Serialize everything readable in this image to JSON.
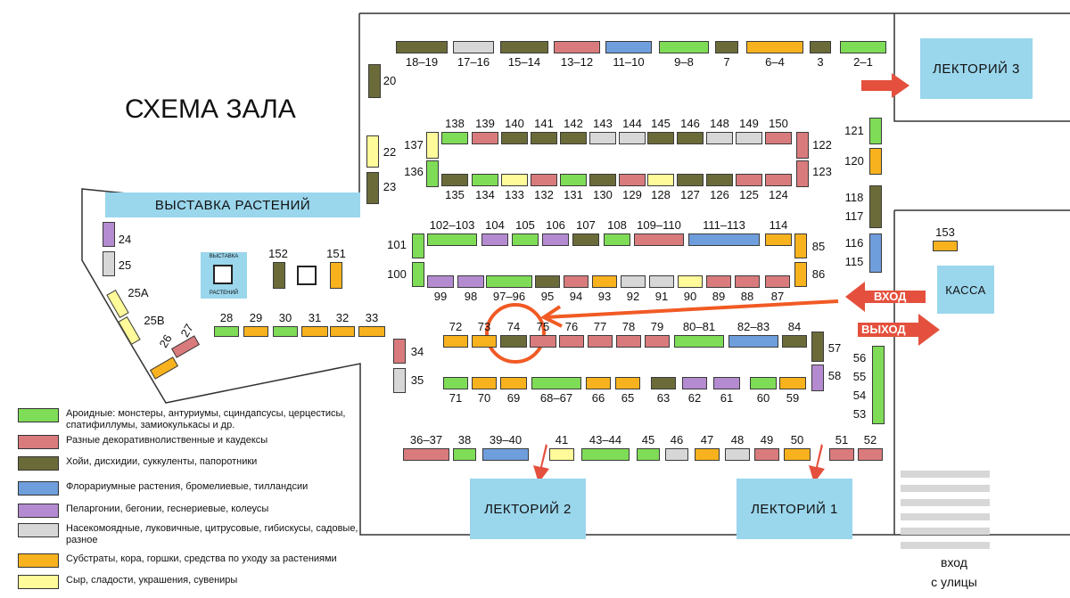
{
  "title": "СХЕМА ЗАЛА",
  "colors": {
    "green": "#7fdc57",
    "pink": "#d97b7d",
    "olive": "#6b6b3a",
    "blue": "#6f9edc",
    "purple": "#b48bd0",
    "gray": "#d7d7d7",
    "orange": "#f7b21e",
    "yellow": "#fffa9a",
    "rooms": "#9ad6ec",
    "arrow": "#e4503d"
  },
  "areas": {
    "exhibition_plants": "ВЫСТАВКА РАСТЕНИЙ",
    "lectorium3": "ЛЕКТОРИЙ 3",
    "lectorium2": "ЛЕКТОРИЙ 2",
    "lectorium1": "ЛЕКТОРИЙ 1",
    "kassa": "КАССА",
    "mini_exhibit_top": "ВЫСТАВКА",
    "mini_exhibit_bottom": "РАСТЕНИЙ"
  },
  "signs": {
    "entrance": "ВХОД",
    "exit": "ВЫХОД",
    "street_line1": "вход",
    "street_line2": "с улицы"
  },
  "legend": [
    {
      "color": "#7fdc57",
      "text": "Ароидные: монстеры, антуриумы, сциндапсусы, церцестисы, спатифиллумы, замиокулькасы и др."
    },
    {
      "color": "#d97b7d",
      "text": "Разные декоративнолиственные и каудексы"
    },
    {
      "color": "#6b6b3a",
      "text": "Хойи, дисхидии, суккуленты, папоротники"
    },
    {
      "color": "#6f9edc",
      "text": "Флорариумные растения, бромелиевые, тилландсии"
    },
    {
      "color": "#b48bd0",
      "text": "Пеларгонии, бегонии, геснериевые, колеусы"
    },
    {
      "color": "#d7d7d7",
      "text": "Насекомоядные, луковичные, цитрусовые, гибискусы, садовые, разное"
    },
    {
      "color": "#f7b21e",
      "text": "Субстраты, кора, горшки, средства по уходу за растениями"
    },
    {
      "color": "#fffa9a",
      "text": "Сыр, сладости, украшения, сувениры"
    }
  ],
  "stalls": {
    "row_top": [
      {
        "label": "18–19",
        "color": "olive"
      },
      {
        "label": "17–16",
        "color": "gray"
      },
      {
        "label": "15–14",
        "color": "olive"
      },
      {
        "label": "13–12",
        "color": "pink"
      },
      {
        "label": "11–10",
        "color": "blue"
      },
      {
        "label": "9–8",
        "color": "green"
      },
      {
        "label": "7",
        "color": "olive"
      },
      {
        "label": "6–4",
        "color": "orange"
      },
      {
        "label": "3",
        "color": "olive"
      },
      {
        "label": "2–1",
        "color": "green"
      }
    ],
    "row_a_top": [
      {
        "label": "138",
        "color": "green"
      },
      {
        "label": "139",
        "color": "pink"
      },
      {
        "label": "140",
        "color": "olive"
      },
      {
        "label": "141",
        "color": "olive"
      },
      {
        "label": "142",
        "color": "olive"
      },
      {
        "label": "143",
        "color": "gray"
      },
      {
        "label": "144",
        "color": "gray"
      },
      {
        "label": "145",
        "color": "olive"
      },
      {
        "label": "146",
        "color": "olive"
      },
      {
        "label": "148",
        "color": "gray"
      },
      {
        "label": "149",
        "color": "gray"
      },
      {
        "label": "150",
        "color": "pink"
      }
    ],
    "row_a_bottom": [
      {
        "label": "135",
        "color": "olive"
      },
      {
        "label": "134",
        "color": "green"
      },
      {
        "label": "133",
        "color": "yellow"
      },
      {
        "label": "132",
        "color": "pink"
      },
      {
        "label": "131",
        "color": "green"
      },
      {
        "label": "130",
        "color": "olive"
      },
      {
        "label": "129",
        "color": "pink"
      },
      {
        "label": "128",
        "color": "yellow"
      },
      {
        "label": "127",
        "color": "olive"
      },
      {
        "label": "126",
        "color": "olive"
      },
      {
        "label": "125",
        "color": "pink"
      },
      {
        "label": "124",
        "color": "pink"
      }
    ],
    "row_b_top": [
      {
        "label": "102–103",
        "color": "green"
      },
      {
        "label": "104",
        "color": "purple"
      },
      {
        "label": "105",
        "color": "green"
      },
      {
        "label": "106",
        "color": "purple"
      },
      {
        "label": "107",
        "color": "olive"
      },
      {
        "label": "108",
        "color": "green"
      },
      {
        "label": "109–110",
        "color": "pink"
      },
      {
        "label": "111–113",
        "color": "blue"
      },
      {
        "label": "114",
        "color": "orange"
      }
    ],
    "row_b_bottom": [
      {
        "label": "99",
        "color": "purple"
      },
      {
        "label": "98",
        "color": "purple"
      },
      {
        "label": "97–96",
        "color": "green"
      },
      {
        "label": "95",
        "color": "olive"
      },
      {
        "label": "94",
        "color": "pink"
      },
      {
        "label": "93",
        "color": "orange"
      },
      {
        "label": "92",
        "color": "gray"
      },
      {
        "label": "91",
        "color": "gray"
      },
      {
        "label": "90",
        "color": "yellow"
      },
      {
        "label": "89",
        "color": "pink"
      },
      {
        "label": "88",
        "color": "pink"
      },
      {
        "label": "87",
        "color": "pink"
      }
    ],
    "row_c_top": [
      {
        "label": "72",
        "color": "orange"
      },
      {
        "label": "73",
        "color": "orange"
      },
      {
        "label": "74",
        "color": "olive"
      },
      {
        "label": "75",
        "color": "pink"
      },
      {
        "label": "76",
        "color": "pink"
      },
      {
        "label": "77",
        "color": "pink"
      },
      {
        "label": "78",
        "color": "pink"
      },
      {
        "label": "79",
        "color": "pink"
      },
      {
        "label": "80–81",
        "color": "green"
      },
      {
        "label": "82–83",
        "color": "blue"
      },
      {
        "label": "84",
        "color": "olive"
      }
    ],
    "row_c_bottom": [
      {
        "label": "71",
        "color": "green"
      },
      {
        "label": "70",
        "color": "orange"
      },
      {
        "label": "69",
        "color": "orange"
      },
      {
        "label": "68–67",
        "color": "green"
      },
      {
        "label": "66",
        "color": "orange"
      },
      {
        "label": "65",
        "color": "orange"
      },
      {
        "label": "63",
        "color": "olive"
      },
      {
        "label": "62",
        "color": "purple"
      },
      {
        "label": "61",
        "color": "purple"
      },
      {
        "label": "60",
        "color": "green"
      },
      {
        "label": "59",
        "color": "orange"
      }
    ],
    "row_bottom": [
      {
        "label": "36–37",
        "color": "pink"
      },
      {
        "label": "38",
        "color": "green"
      },
      {
        "label": "39–40",
        "color": "blue"
      },
      {
        "label": "41",
        "color": "yellow"
      },
      {
        "label": "43–44",
        "color": "green"
      },
      {
        "label": "45",
        "color": "green"
      },
      {
        "label": "46",
        "color": "gray"
      },
      {
        "label": "47",
        "color": "orange"
      },
      {
        "label": "48",
        "color": "gray"
      },
      {
        "label": "49",
        "color": "pink"
      },
      {
        "label": "50",
        "color": "orange"
      },
      {
        "label": "51",
        "color": "pink"
      },
      {
        "label": "52",
        "color": "pink"
      }
    ],
    "row_left": [
      {
        "label": "28",
        "color": "green"
      },
      {
        "label": "29",
        "color": "orange"
      },
      {
        "label": "30",
        "color": "green"
      },
      {
        "label": "31",
        "color": "orange"
      },
      {
        "label": "32",
        "color": "orange"
      },
      {
        "label": "33",
        "color": "orange"
      }
    ],
    "singles": [
      {
        "label": "20",
        "color": "olive"
      },
      {
        "label": "22",
        "color": "yellow"
      },
      {
        "label": "23",
        "color": "olive"
      },
      {
        "label": "137",
        "color": "yellow"
      },
      {
        "label": "136",
        "color": "green"
      },
      {
        "label": "122",
        "color": "pink"
      },
      {
        "label": "123",
        "color": "pink"
      },
      {
        "label": "121",
        "color": "green"
      },
      {
        "label": "120",
        "color": "orange"
      },
      {
        "label": "118",
        "color": "olive"
      },
      {
        "label": "117",
        "color": ""
      },
      {
        "label": "116",
        "color": "blue"
      },
      {
        "label": "115",
        "color": ""
      },
      {
        "label": "101",
        "color": "green"
      },
      {
        "label": "100",
        "color": "green"
      },
      {
        "label": "85",
        "color": "orange"
      },
      {
        "label": "86",
        "color": "orange"
      },
      {
        "label": "24",
        "color": "purple"
      },
      {
        "label": "25",
        "color": "gray"
      },
      {
        "label": "25А",
        "color": "yellow"
      },
      {
        "label": "25В",
        "color": "yellow"
      },
      {
        "label": "26",
        "color": "orange"
      },
      {
        "label": "27",
        "color": "pink"
      },
      {
        "label": "152",
        "color": "olive"
      },
      {
        "label": "151",
        "color": "orange"
      },
      {
        "label": "34",
        "color": "pink"
      },
      {
        "label": "35",
        "color": "gray"
      },
      {
        "label": "57",
        "color": "olive"
      },
      {
        "label": "58",
        "color": "purple"
      },
      {
        "label": "56",
        "color": "green"
      },
      {
        "label": "55",
        "color": ""
      },
      {
        "label": "54",
        "color": ""
      },
      {
        "label": "53",
        "color": ""
      },
      {
        "label": "153",
        "color": "orange"
      }
    ]
  }
}
